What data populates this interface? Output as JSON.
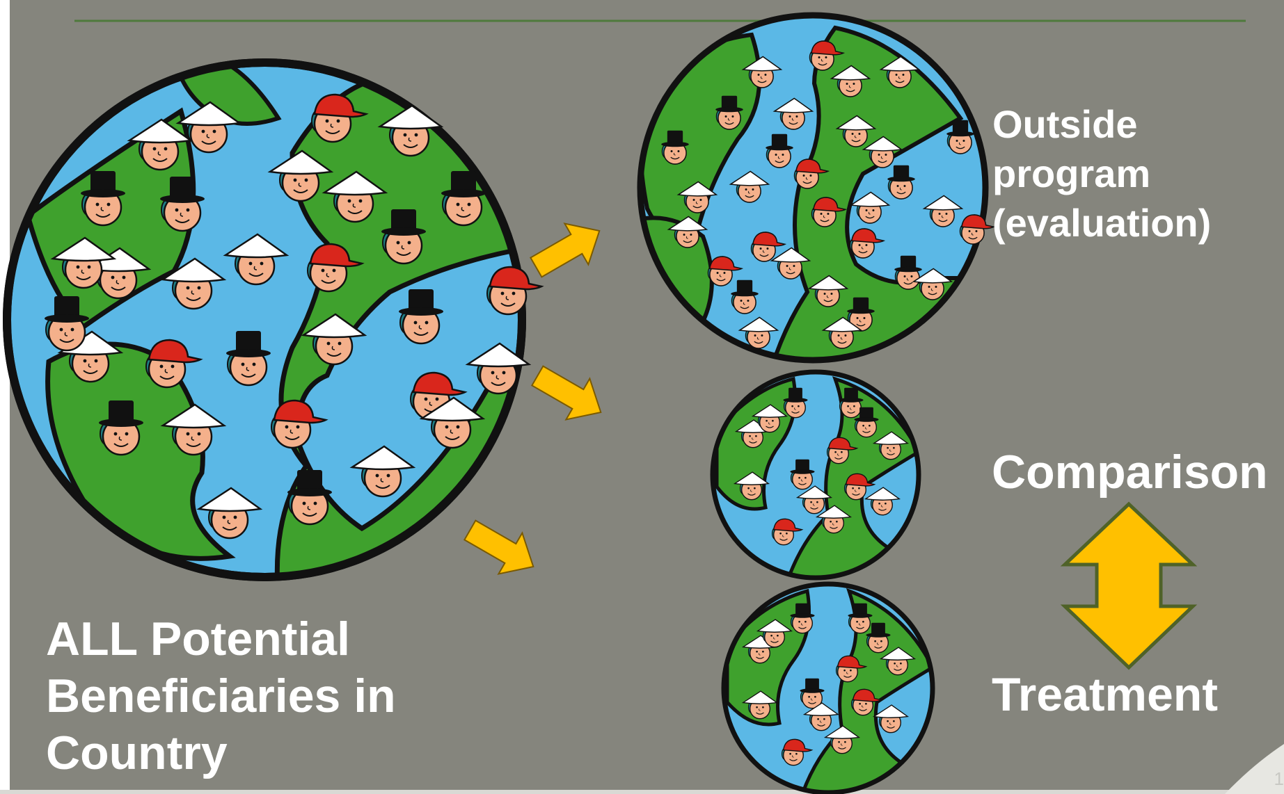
{
  "slide": {
    "background_color": "#85857d",
    "rule_color": "#4e7a3c",
    "arrow_color": "#ffc000",
    "double_arrow_stroke": "#4f6228"
  },
  "labels": {
    "all_beneficiaries": "ALL Potential Beneficiaries in Country",
    "outside_program": "Outside program (evaluation)",
    "comparison": "Comparison",
    "treatment": "Treatment"
  },
  "globes": [
    {
      "name": "all-beneficiaries-globe",
      "people_count": 31
    },
    {
      "name": "outside-program-globe",
      "people_count": 31
    },
    {
      "name": "comparison-globe",
      "people_count": 14
    },
    {
      "name": "treatment-globe",
      "people_count": 14
    }
  ],
  "hat_types": [
    "white-conical-hat",
    "black-top-hat",
    "red-cap"
  ],
  "page_number": "1"
}
